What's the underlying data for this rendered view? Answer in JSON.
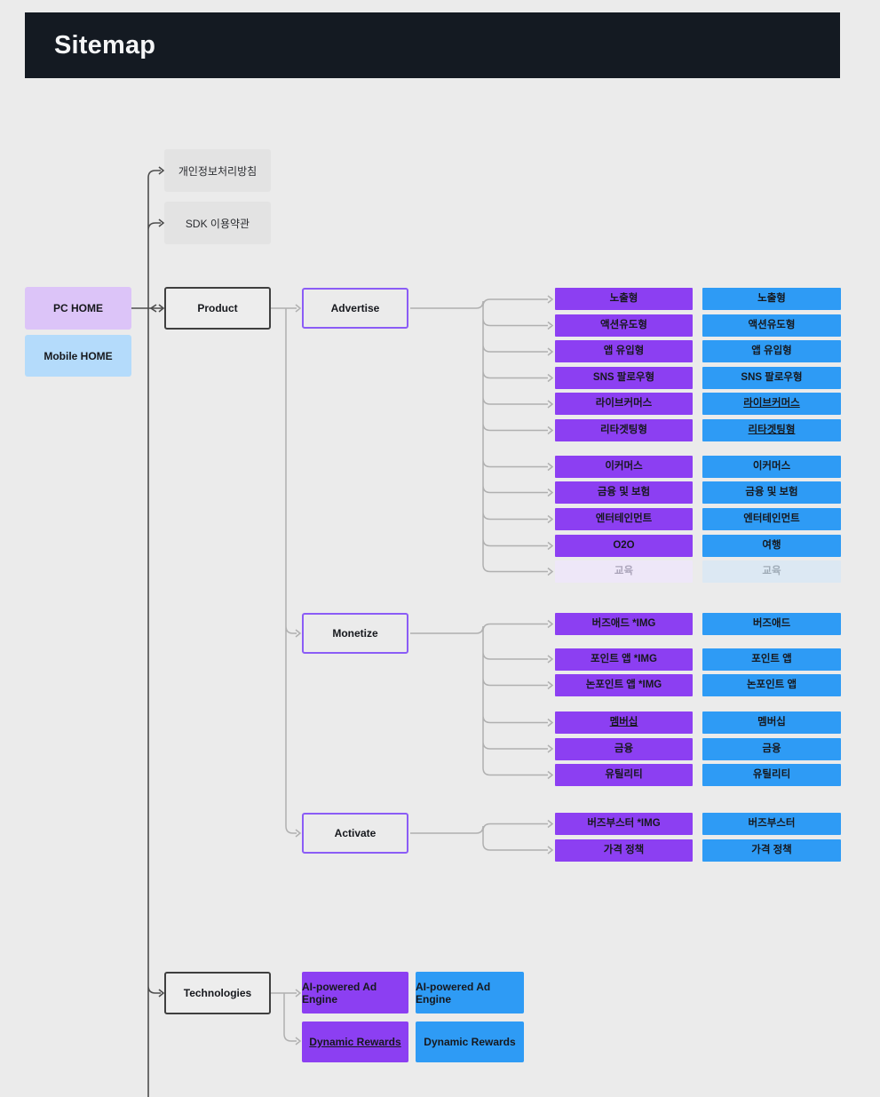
{
  "page": {
    "title": "Sitemap"
  },
  "colors": {
    "header_bg": "#141a22",
    "background": "#ebebeb",
    "pc_accent": "#8c3ff2",
    "mobile_accent": "#2e9bf5",
    "pc_home_bg": "#dcc4f8",
    "mobile_home_bg": "#b4dbfb",
    "gray_node_bg": "#e3e3e3",
    "outline_purple": "#8b5cf6",
    "muted_pc_bg": "#eee7f8",
    "muted_mobile_bg": "#dce8f3",
    "dark_line": "#4d4d4d",
    "light_line": "#b0b0b0"
  },
  "nodes": {
    "privacy": "개인정보처리방침",
    "sdk_terms": "SDK 이용약관",
    "pc_home": "PC HOME",
    "mobile_home": "Mobile HOME",
    "product": "Product",
    "advertise": "Advertise",
    "monetize": "Monetize",
    "activate": "Activate",
    "technologies": "Technologies"
  },
  "advertise_children": {
    "ad_types": {
      "pc": [
        "노출형",
        "액션유도형",
        "앱 유입형",
        "SNS 팔로우형",
        "라이브커머스",
        "리타겟팅형"
      ],
      "mobile": [
        "노출형",
        "액션유도형",
        "앱 유입형",
        "SNS 팔로우형",
        "라이브커머스",
        "리타겟팅형"
      ]
    },
    "industries": {
      "pc": [
        "이커머스",
        "금융 및 보험",
        "엔터테인먼트",
        "O2O",
        "교육"
      ],
      "mobile": [
        "이커머스",
        "금융 및 보험",
        "엔터테인먼트",
        "여행",
        "교육"
      ]
    }
  },
  "monetize_children": {
    "products": {
      "pc": [
        "버즈애드 *IMG",
        "포인트 앱 *IMG",
        "논포인트 앱 *IMG"
      ],
      "mobile": [
        "버즈애드",
        "포인트 앱",
        "논포인트 앱"
      ]
    },
    "categories": {
      "pc": [
        "멤버십",
        "금융",
        "유틸리티"
      ],
      "mobile": [
        "멤버십",
        "금융",
        "유틸리티"
      ]
    }
  },
  "activate_children": {
    "pc": [
      "버즈부스터 *IMG",
      "가격 정책"
    ],
    "mobile": [
      "버즈부스터",
      "가격 정책"
    ]
  },
  "technology_children": {
    "pc": [
      "AI-powered Ad Engine",
      "Dynamic Rewards"
    ],
    "mobile": [
      "AI-powered Ad Engine",
      "Dynamic Rewards"
    ]
  }
}
